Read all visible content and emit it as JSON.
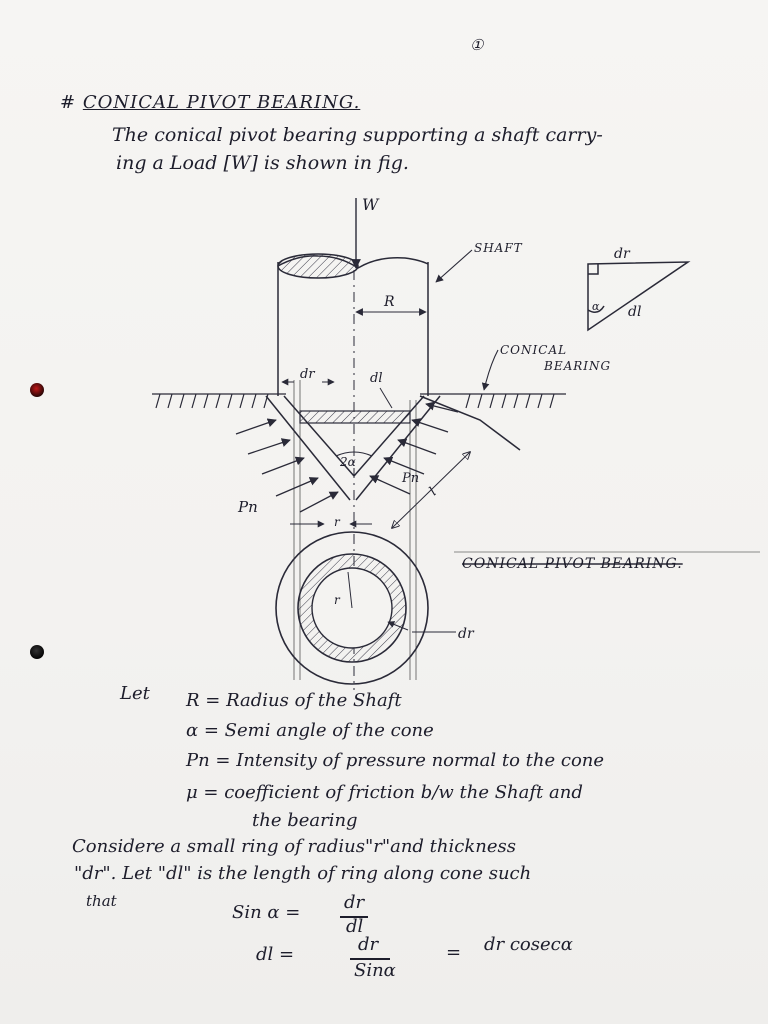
{
  "page": {
    "number": "①"
  },
  "heading": {
    "marker": "#",
    "title": "CONICAL PIVOT BEARING."
  },
  "intro": {
    "line1": "The conical pivot bearing supporting a shaft carry-",
    "line2": "ing a Load [W] is shown in fig."
  },
  "diagram": {
    "load_label": "W",
    "shaft_label": "SHAFT",
    "radius_label": "R",
    "conical_bearing_line1": "CONICAL",
    "conical_bearing_line2": "BEARING",
    "dr_label": "dr",
    "dl_label": "dl",
    "pn_left": "Pn",
    "pn_right": "Pn",
    "angle_label": "2α",
    "r_label": "r",
    "ring_r_label": "r",
    "ring_dr_label": "dr",
    "caption": "CONICAL PIVOT BEARING.",
    "triangle_dr": "dr",
    "triangle_dl": "dl",
    "triangle_alpha": "α"
  },
  "definitions": {
    "let": "Let",
    "items": [
      "R = Radius of the Shaft",
      "α = Semi angle of the cone",
      "Pn = Intensity of pressure normal to the cone",
      "μ = coefficient of friction b/w the Shaft and"
    ],
    "item4_cont": "the bearing"
  },
  "consider": {
    "line1": "Considere a small ring of radius\"r\"and thickness",
    "line2": "\"dr\". Let \"dl\" is the length of ring along cone such",
    "line3": "that"
  },
  "equations": {
    "sin_lhs": "Sin α =",
    "sin_num": "dr",
    "sin_den": "dl",
    "dl_lhs": "dl =",
    "dl_num": "dr",
    "dl_den": "Sinα",
    "dl_eq2": "=",
    "dl_rhs": "dr cosecα"
  }
}
